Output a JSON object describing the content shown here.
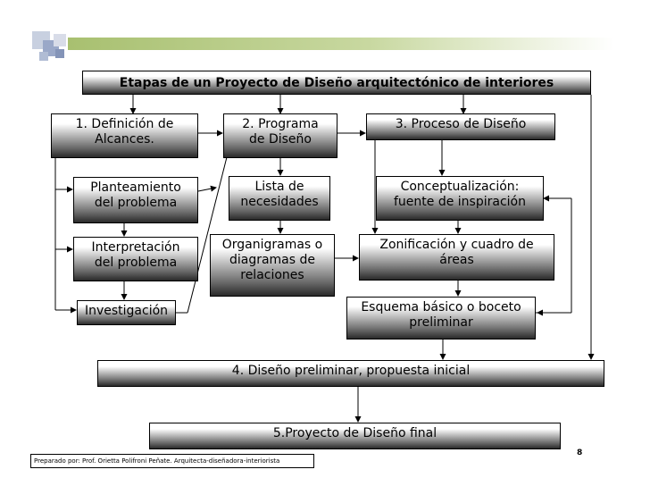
{
  "title": "Etapas de un Proyecto de Diseño arquitectónico de interiores",
  "nodes": {
    "definicion": "1. Definición de\nAlcances.",
    "programa": "2. Programa\nde Diseño",
    "proceso": "3. Proceso de Diseño",
    "planteamiento": "Planteamiento\ndel problema",
    "necesidades": "Lista de\nnecesidades",
    "conceptualizacion": "Conceptualización:\nfuente de inspiración",
    "interpretacion": "Interpretación\ndel problema",
    "organigramas": "Organigramas o\ndiagramas de\nrelaciones",
    "zonificacion": "Zonificación y cuadro de\náreas",
    "investigacion": "Investigación",
    "esquema": "Esquema básico o boceto\npreliminar",
    "preliminar": "4. Diseño preliminar, propuesta inicial",
    "final": "5.Proyecto de Diseño final"
  },
  "footer": "Preparado por: Prof. Orietta Polifroni Peñate. Arquitecta-diseñadora-interiorista",
  "page_number": "8",
  "colors": {
    "deco_green": "#a8c070",
    "deco_blue": "#9aa8c8",
    "box_dark": "#2a2a2a"
  }
}
